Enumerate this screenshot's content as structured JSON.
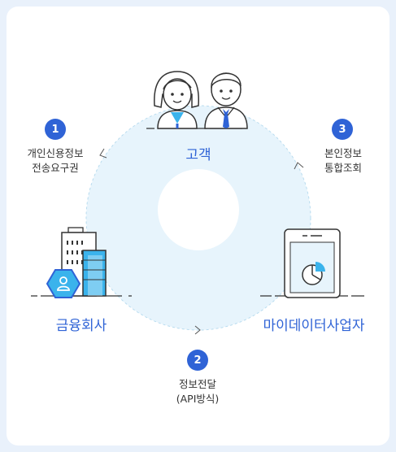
{
  "nodes": {
    "customer": {
      "label": "고객"
    },
    "financial_company": {
      "label": "금융회사"
    },
    "mydata_operator": {
      "label": "마이데이터사업자"
    }
  },
  "steps": [
    {
      "number": "1",
      "line1": "개인신용정보",
      "line2": "전송요구권"
    },
    {
      "number": "2",
      "line1": "정보전달",
      "line2": "(API방식)"
    },
    {
      "number": "3",
      "line1": "본인정보",
      "line2": "통합조회"
    }
  ],
  "colors": {
    "accent": "#2f63d6",
    "circle_fill": "#e7f4fc",
    "building_cyan": "#3ab3ec",
    "background": "#e9f1fb"
  }
}
